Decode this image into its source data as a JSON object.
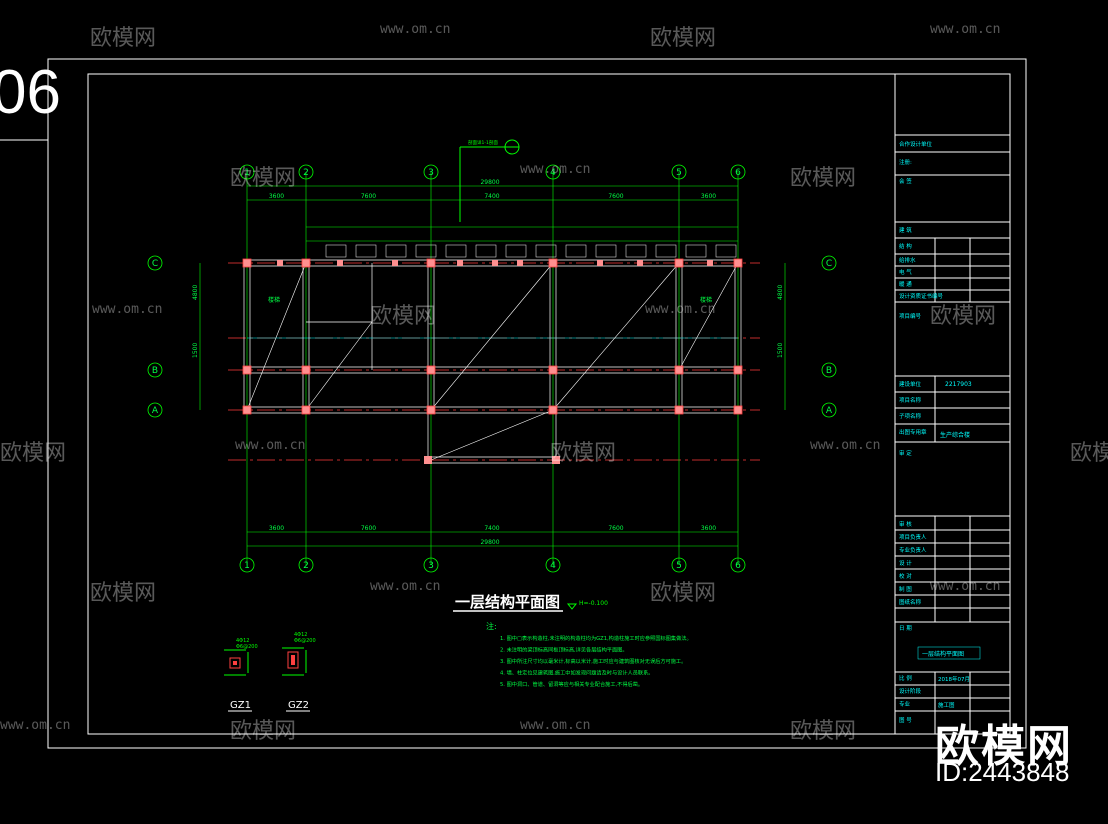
{
  "sheet": {
    "number": "06"
  },
  "drawing": {
    "title": "一层结构平面图",
    "elevation": "H=-0.100",
    "grid_top": [
      "1",
      "2",
      "3",
      "4",
      "5",
      "6"
    ],
    "grid_bottom": [
      "1",
      "2",
      "3",
      "4",
      "5",
      "6"
    ],
    "grid_left": [
      "C",
      "B",
      "A"
    ],
    "grid_right": [
      "C",
      "B",
      "A"
    ],
    "dims_top": [
      "3600",
      "7600",
      "7400",
      "7600",
      "3600"
    ],
    "dims_bottom": [
      "3600",
      "7600",
      "7400",
      "7600",
      "3600"
    ],
    "total_top": "29800",
    "total_bottom": "29800",
    "side_dims": [
      "4800",
      "1500"
    ],
    "room_labels": [
      "楼梯",
      "楼梯"
    ],
    "section_note": "剖面详1-1剖面",
    "column_labels": [
      "GZ1",
      "GZ2"
    ],
    "notes_heading": "注:",
    "notes": [
      "1. 图中□表示构造柱,未注明的构造柱均为GZ1,构造柱施工时应参照国标图集做法。",
      "2. 未注明的梁顶标高同板顶标高,详见各层结构平面图。",
      "3. 图中所注尺寸均以毫米计,标高以米计,施工时应与建筑图核对无误后方可施工。",
      "4. 墙、柱定位见建筑图,施工中如发现问题请及时与设计人员联系。",
      "5. 图中洞口、管道、留洞等应与相关专业配合施工,不得后凿。"
    ]
  },
  "title_block": {
    "rows": [
      "合作设计单位",
      "注册:",
      "会 签",
      "建 筑",
      "结 构",
      "给排水",
      "电 气",
      "暖 通",
      "设计资质证书编号",
      "项目编号",
      "建设单位",
      "项目名称",
      "子项名称",
      "出图专用章",
      "审 定",
      "审 核",
      "项目负责人",
      "专业负责人",
      "设 计",
      "校 对",
      "制 图",
      "图纸名称",
      "日 期",
      "比 例",
      "设计阶段",
      "专业",
      "图 号"
    ],
    "project_no": "2217903",
    "subitem": "生产综合楼",
    "drawing_name": "一层结构平面图",
    "date": "2018年07月",
    "stage": "施工图"
  },
  "watermarks": {
    "brand": "欧模网",
    "url": "www.om.cn"
  },
  "footer": {
    "brand": "欧模网",
    "id": "ID:2443848"
  },
  "colors": {
    "frame": "#ffffff",
    "grid": "#ff3b3b",
    "beam": "#ffffff",
    "dim": "#00ff00",
    "column": "#ff4040",
    "text_green": "#00ff44",
    "title_text": "#ffffff",
    "cyan": "#00ffff"
  }
}
